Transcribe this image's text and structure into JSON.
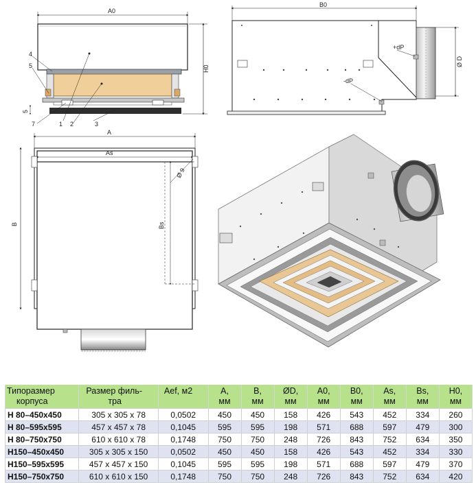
{
  "drawing_labels": {
    "a0": "A0",
    "b0": "B0",
    "h0": "H0",
    "a": "A",
    "as": "As",
    "b": "B",
    "bs": "Bs",
    "d": "Ø D",
    "hole": "Ø 9",
    "dp_plus": "+dP",
    "dp_minus": "-dP",
    "five": "5",
    "n1": "1",
    "n2": "2",
    "n3": "3",
    "n4": "4",
    "n5": "5",
    "n7": "7"
  },
  "table": {
    "headers": [
      {
        "l1": "Типоразмер",
        "l2": "корпуса"
      },
      {
        "l1": "Размер филь-",
        "l2": "тра"
      },
      {
        "l1": "Aef, м2",
        "l2": ""
      },
      {
        "l1": "A,",
        "l2": "мм"
      },
      {
        "l1": "B,",
        "l2": "мм"
      },
      {
        "l1": "ØD,",
        "l2": "мм"
      },
      {
        "l1": "A0,",
        "l2": "мм"
      },
      {
        "l1": "B0,",
        "l2": "мм"
      },
      {
        "l1": "As,",
        "l2": "мм"
      },
      {
        "l1": "Bs,",
        "l2": "мм"
      },
      {
        "l1": "H0,",
        "l2": "мм"
      }
    ],
    "rows": [
      [
        "H 80–450x450",
        "305 x 305 x 78",
        "0,0502",
        "450",
        "450",
        "158",
        "426",
        "543",
        "452",
        "334",
        "260"
      ],
      [
        "H 80–595x595",
        "457 x 457 x 78",
        "0,1045",
        "595",
        "595",
        "198",
        "571",
        "688",
        "597",
        "479",
        "300"
      ],
      [
        "H 80–750x750",
        "610 x 610 x 78",
        "0,1748",
        "750",
        "750",
        "248",
        "726",
        "843",
        "752",
        "634",
        "350"
      ],
      [
        "H150–450x450",
        "305 x 305 x 150",
        "0,0502",
        "450",
        "450",
        "158",
        "426",
        "543",
        "452",
        "334",
        "330"
      ],
      [
        "H150–595x595",
        "457 x 457 x 150",
        "0,1045",
        "595",
        "595",
        "198",
        "571",
        "688",
        "597",
        "479",
        "370"
      ],
      [
        "H150–750x750",
        "610 x 610 x 150",
        "0,1748",
        "750",
        "750",
        "248",
        "726",
        "843",
        "752",
        "634",
        "420"
      ]
    ]
  }
}
